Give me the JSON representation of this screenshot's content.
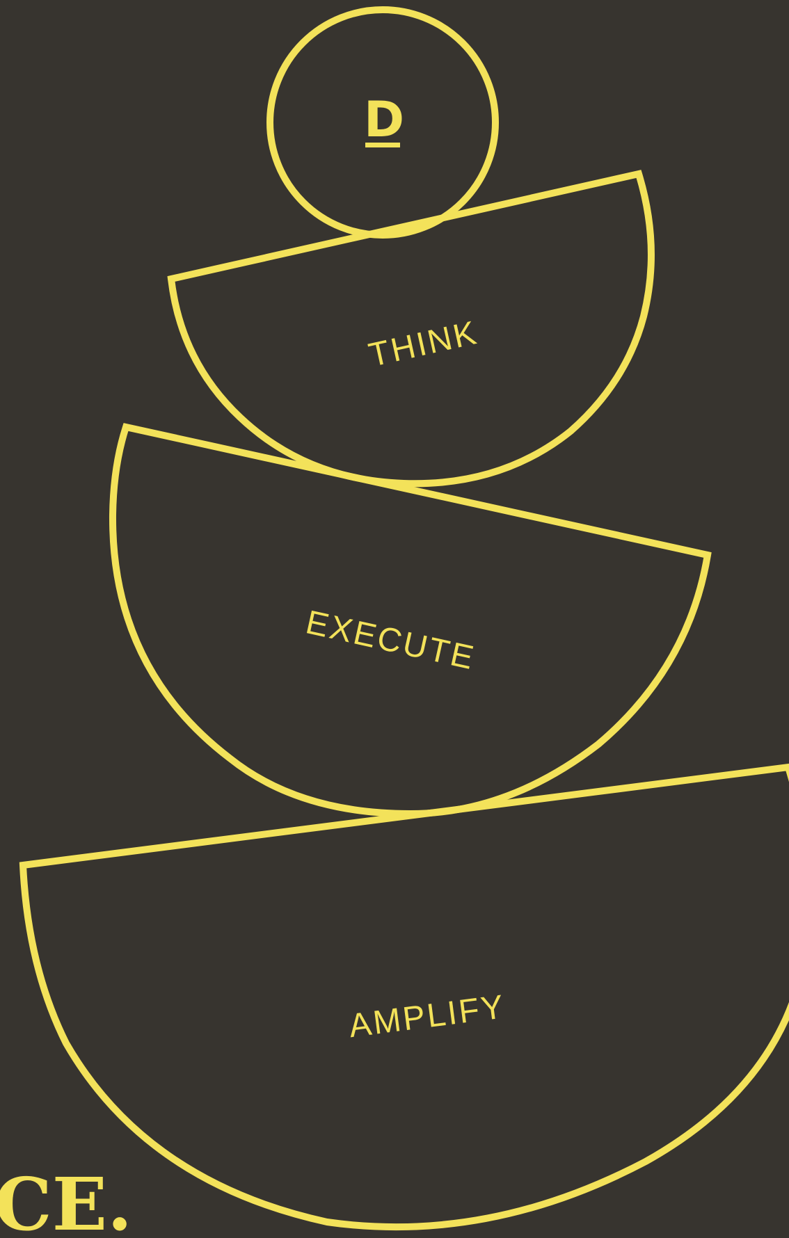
{
  "colors": {
    "background": "#37342f",
    "accent": "#f3e25a"
  },
  "logo": {
    "letter": "D"
  },
  "stack": {
    "think_label": "THINK",
    "execute_label": "EXECUTE",
    "amplify_label": "AMPLIFY"
  },
  "footer": {
    "partial_text": "CE."
  }
}
